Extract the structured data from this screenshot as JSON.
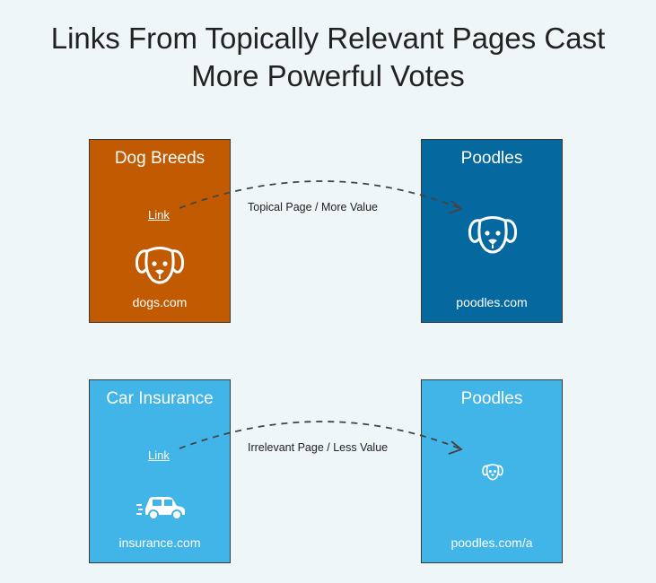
{
  "title_line1": "Links From Topically Relevant Pages Cast",
  "title_line2": "More Powerful Votes",
  "top": {
    "source": {
      "name": "Dog Breeds",
      "link": "Link",
      "domain": "dogs.com",
      "color": "#c25a02",
      "icon": "dog-icon"
    },
    "caption": "Topical Page / More Value",
    "target": {
      "name": "Poodles",
      "domain": "poodles.com",
      "color": "#05699f",
      "icon": "dog-icon"
    }
  },
  "bottom": {
    "source": {
      "name": "Car Insurance",
      "link": "Link",
      "domain": "insurance.com",
      "color": "#41b4e8",
      "icon": "car-icon"
    },
    "caption": "Irrelevant Page / Less Value",
    "target": {
      "name": "Poodles",
      "domain": "poodles.com/a",
      "color": "#41b4e8",
      "icon": "dog-icon"
    }
  }
}
